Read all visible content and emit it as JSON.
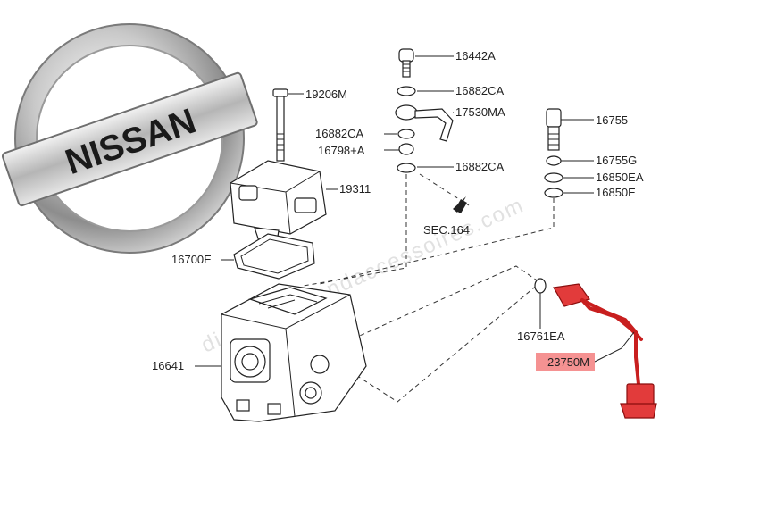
{
  "logo": {
    "brand": "NISSAN"
  },
  "watermark": "dieselpartsandaccessoires.com",
  "sec_ref": "SEC.164",
  "part_numbers": {
    "p16442A": "16442A",
    "p16882CA_1": "16882CA",
    "p17530MA": "17530MA",
    "p16882CA_2": "16882CA",
    "p16798A": "16798+A",
    "p16882CA_3": "16882CA",
    "p19206M": "19206M",
    "p19311": "19311",
    "p16700E": "16700E",
    "p16755": "16755",
    "p16755G": "16755G",
    "p16850EA": "16850EA",
    "p16850E": "16850E",
    "p16761EA": "16761EA",
    "p23750M": "23750M",
    "p16641": "16641"
  },
  "highlight": {
    "part": "23750M",
    "color": "#f26d6d"
  }
}
